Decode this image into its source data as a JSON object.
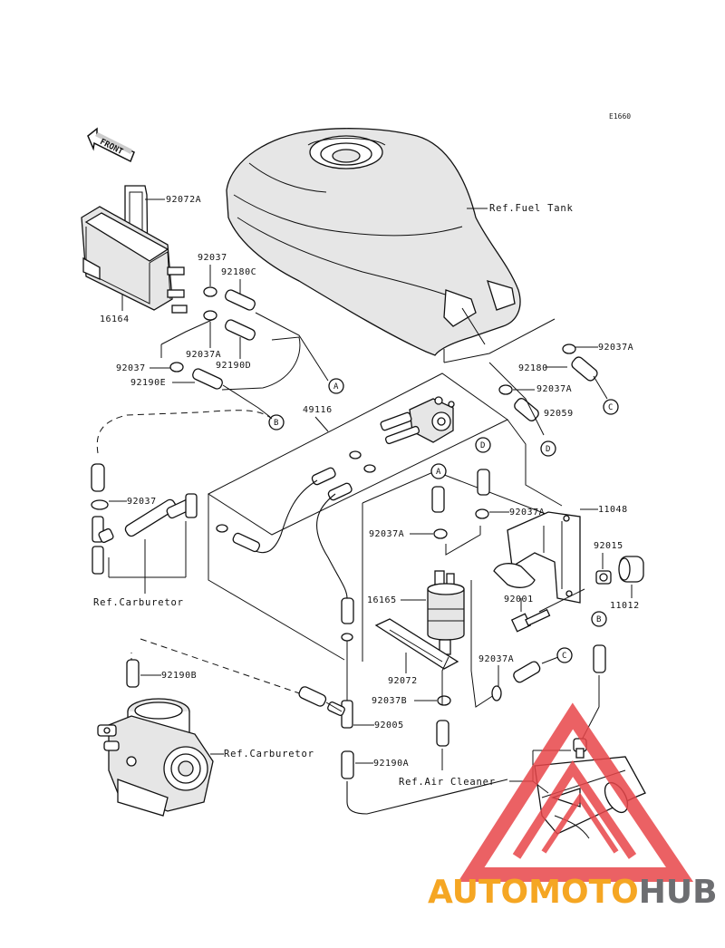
{
  "diagram": {
    "code": "E1660",
    "front_label": "FRONT",
    "labels": {
      "p92072A": "92072A",
      "p92037_top": "92037",
      "p92180C": "92180C",
      "p16164": "16164",
      "p92037A_left": "92037A",
      "p92190D": "92190D",
      "p92037_mid": "92037",
      "p92190E": "92190E",
      "p49116": "49116",
      "ref_fuel_tank": "Ref.Fuel Tank",
      "p92037A_tr": "92037A",
      "p92180": "92180",
      "p92037A_tr2": "92037A",
      "p92059": "92059",
      "p92037_left": "92037",
      "p11048": "11048",
      "p92037A_c": "92037A",
      "p92037A_c2": "92037A",
      "p92015": "92015",
      "p16165": "16165",
      "p92001": "92001",
      "p11012": "11012",
      "ref_carburetor_1": "Ref.Carburetor",
      "p92072": "92072",
      "p92037A_low": "92037A",
      "p92190B": "92190B",
      "p92037B": "92037B",
      "p92005": "92005",
      "ref_carburetor_2": "Ref.Carburetor",
      "p92190A": "92190A",
      "ref_air_cleaner": "Ref.Air Cleaner"
    },
    "connectors": {
      "A": "A",
      "B": "B",
      "C": "C",
      "D": "D"
    }
  },
  "watermark": {
    "text_part1": "AUTOMOTO",
    "text_part2": "HUB",
    "color_orange": "#f5a623",
    "color_red": "#e8464a",
    "color_grey": "#6d6e71"
  }
}
